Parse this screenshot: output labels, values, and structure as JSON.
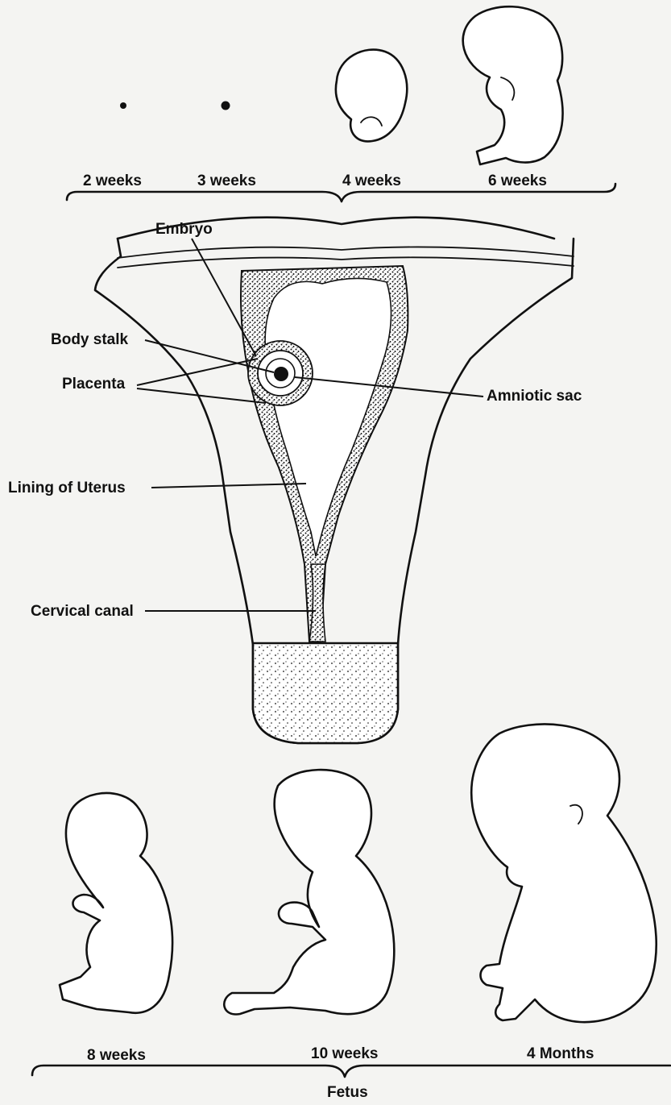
{
  "embryo_stages": {
    "week2": "2 weeks",
    "week3": "3 weeks",
    "week4": "4 weeks",
    "week6": "6 weeks"
  },
  "uterus_labels": {
    "embryo": "Embryo",
    "body_stalk": "Body stalk",
    "placenta": "Placenta",
    "amniotic_sac": "Amniotic sac",
    "lining": "Lining of Uterus",
    "cervical_canal": "Cervical canal"
  },
  "fetus_stages": {
    "week8": "8 weeks",
    "week10": "10 weeks",
    "month4": "4 Months"
  },
  "group_label": "Fetus",
  "colors": {
    "ink": "#111111",
    "paper": "#f4f4f2"
  }
}
